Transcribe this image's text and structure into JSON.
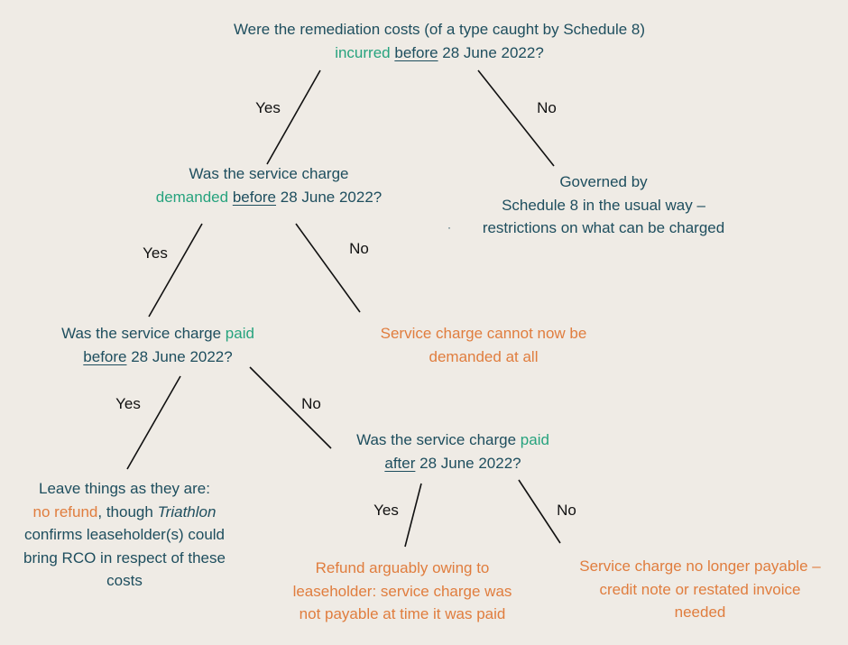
{
  "colors": {
    "background": "#efebe5",
    "question_text": "#1e4e5e",
    "highlight_green": "#27a37e",
    "outcome_orange": "#e07d3e",
    "connector": "#111111"
  },
  "q1": {
    "line1": "Were the remediation costs (of a type caught by Schedule 8)",
    "kw": "incurred",
    "when": "before",
    "date": "28 June 2022?"
  },
  "q2": {
    "line1": "Was the service charge",
    "kw": "demanded",
    "when": "before",
    "date": "28 June 2022?"
  },
  "q3": {
    "line1_pre": "Was the service charge",
    "kw": "paid",
    "when": "before",
    "date": "28 June 2022?"
  },
  "q4": {
    "line1_pre": "Was the service charge",
    "kw": "paid",
    "when": "after",
    "date": "28 June 2022?"
  },
  "outcomes": {
    "governed": {
      "line1": "Governed by",
      "line2": "Schedule 8 in the usual way –",
      "line3": "restrictions on what can be charged",
      "bullet": "·"
    },
    "cannot_demand": {
      "line1": "Service charge cannot now be",
      "line2": "demanded at all"
    },
    "leave_things": {
      "line1": "Leave things as they are:",
      "no_refund": "no refund",
      "mid": ", though",
      "case_name": "Triathlon",
      "line3": "confirms leaseholder(s) could",
      "line4": "bring RCO in respect of these",
      "line5": "costs"
    },
    "refund": {
      "line1": "Refund arguably owing to",
      "line2": "leaseholder: service charge was",
      "line3": "not payable at time it was paid"
    },
    "no_longer_payable": {
      "line1": "Service charge no longer payable –",
      "line2": "credit note or restated invoice",
      "line3": "needed"
    }
  },
  "branch_labels": {
    "yes": "Yes",
    "no": "No"
  }
}
